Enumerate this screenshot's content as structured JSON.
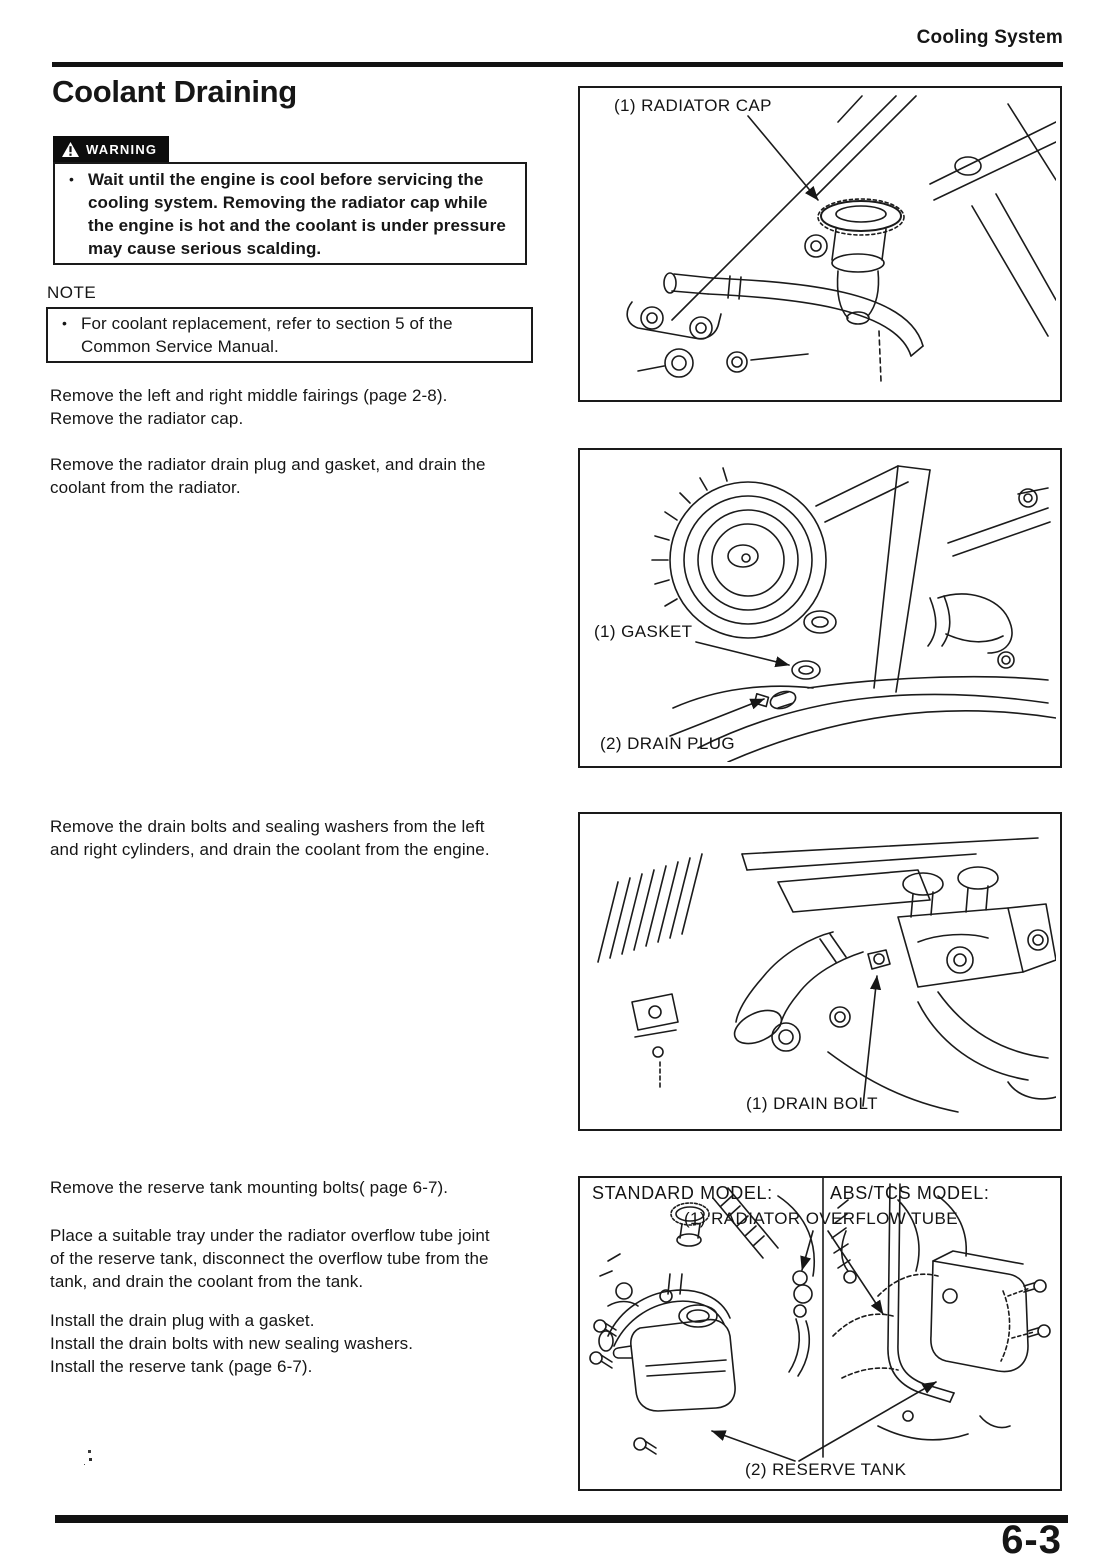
{
  "page": {
    "header": "Cooling System",
    "title": "Coolant Draining",
    "page_number": "6-3"
  },
  "colors": {
    "ink": "#161616",
    "paper": "#ffffff",
    "badge_bg": "#0d0d0d"
  },
  "icons": {
    "warning_triangle_icon": "triangle-exclamation"
  },
  "warning": {
    "label": "WARNING",
    "bullet": "•",
    "text": "Wait until the engine is cool before servicing the\ncooling system. Removing the radiator cap while\nthe engine is hot and the coolant is under pressure\nmay cause serious scalding."
  },
  "note": {
    "label": "NOTE",
    "bullet": "•",
    "text": "For coolant replacement, refer to section 5 of the\nCommon Service Manual."
  },
  "body": {
    "p1": "Remove the left and right middle fairings (page 2-8).\nRemove the radiator cap.",
    "p2": "Remove the radiator drain plug and gasket, and drain the\ncoolant from the radiator.",
    "p3": "Remove the drain bolts and sealing washers from the left\nand right cylinders, and drain the coolant from the engine.",
    "p4": "Remove the reserve tank mounting bolts( page 6-7).",
    "p5": "Place a suitable tray under the radiator overflow tube joint\nof the reserve tank, disconnect the overflow tube from the\ntank, and drain the coolant from the tank.",
    "p6": "Install the drain plug with a gasket.\nInstall the drain bolts with new sealing washers.\nInstall the reserve tank (page 6-7)."
  },
  "figures": {
    "radiator_cap": {
      "label_1": "(1) RADIATOR CAP"
    },
    "drain_plug": {
      "label_1": "(1) GASKET",
      "label_2": "(2) DRAIN PLUG"
    },
    "drain_bolt": {
      "label_1": "(1) DRAIN BOLT"
    },
    "reserve_tank": {
      "header_left": "STANDARD MODEL:",
      "header_right": "ABS/TCS MODEL:",
      "label_1": "(1) RADIATOR OVERFLOW TUBE",
      "label_2": "(2) RESERVE TANK"
    }
  }
}
